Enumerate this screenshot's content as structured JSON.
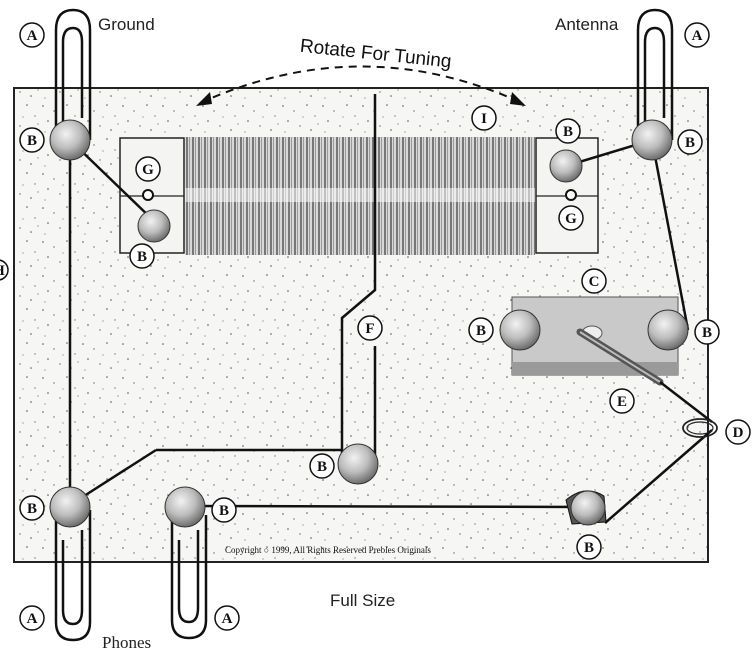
{
  "labels": {
    "ground": "Ground",
    "antenna": "Antenna",
    "rotate": "Rotate For Tuning",
    "full_size": "Full Size",
    "phones": "Phones",
    "copyright": "Copyright ○ 1999, All Rights Reserved Prebles Originals"
  },
  "letters": {
    "a": "A",
    "b": "B",
    "c": "C",
    "d": "D",
    "e": "E",
    "f": "F",
    "g": "G",
    "i": "I",
    "h": "H"
  },
  "colors": {
    "board": "#f4f4f2",
    "line": "#111111",
    "metal": "#c8c8c8",
    "coil": "#8a8a8a"
  }
}
